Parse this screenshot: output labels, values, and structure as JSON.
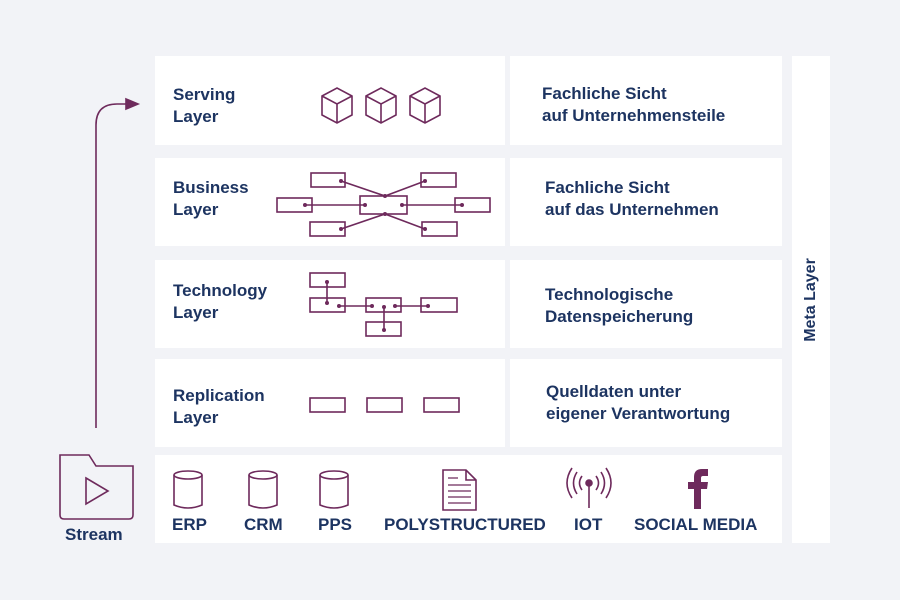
{
  "layers": [
    {
      "name": "Serving\nLayer",
      "description": "Fachliche Sicht\nauf Unternehmensteile"
    },
    {
      "name": "Business\nLayer",
      "description": "Fachliche Sicht\nauf das Unternehmen"
    },
    {
      "name": "Technology\nLayer",
      "description": "Technologische\nDatenspeicherung"
    },
    {
      "name": "Replication\nLayer",
      "description": "Quelldaten unter\neigener Verantwortung"
    }
  ],
  "meta_layer": "Meta Layer",
  "stream": {
    "label": "Stream",
    "icon": "folder-play-icon"
  },
  "sources": [
    {
      "label": "ERP",
      "icon": "database-icon"
    },
    {
      "label": "CRM",
      "icon": "database-icon"
    },
    {
      "label": "PPS",
      "icon": "database-icon"
    },
    {
      "label": "POLYSTRUCTURED",
      "icon": "document-icon"
    },
    {
      "label": "IOT",
      "icon": "antenna-icon"
    },
    {
      "label": "SOCIAL MEDIA",
      "icon": "facebook-icon"
    }
  ],
  "colors": {
    "text": "#1d3461",
    "accent": "#6e2a5c",
    "background": "#f2f3f7"
  }
}
